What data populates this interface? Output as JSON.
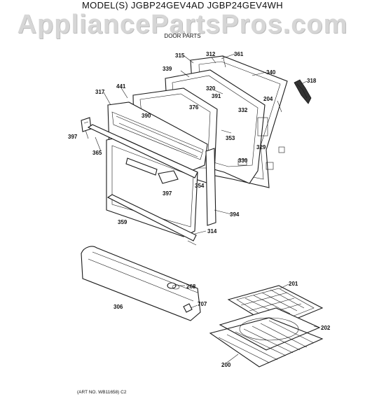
{
  "header": {
    "model_line": "MODEL(S) JGBP24GEV4AD  JGBP24GEV4WH",
    "watermark": "AppliancePartsPros.com",
    "subtitle": "DOOR PARTS"
  },
  "footer": {
    "art_number": "(ART NO. WB11658) C2"
  },
  "part_labels": [
    {
      "id": "315",
      "text": "315"
    },
    {
      "id": "312",
      "text": "312"
    },
    {
      "id": "361",
      "text": "361"
    },
    {
      "id": "339",
      "text": "339"
    },
    {
      "id": "340",
      "text": "340"
    },
    {
      "id": "318",
      "text": "318"
    },
    {
      "id": "320",
      "text": "320"
    },
    {
      "id": "391",
      "text": "391"
    },
    {
      "id": "204",
      "text": "204"
    },
    {
      "id": "441",
      "text": "441"
    },
    {
      "id": "317",
      "text": "317"
    },
    {
      "id": "376",
      "text": "376"
    },
    {
      "id": "332",
      "text": "332"
    },
    {
      "id": "390",
      "text": "390"
    },
    {
      "id": "353",
      "text": "353"
    },
    {
      "id": "397a",
      "text": "397"
    },
    {
      "id": "329",
      "text": "329"
    },
    {
      "id": "365",
      "text": "365"
    },
    {
      "id": "330",
      "text": "330"
    },
    {
      "id": "354",
      "text": "354"
    },
    {
      "id": "397b",
      "text": "397"
    },
    {
      "id": "394",
      "text": "394"
    },
    {
      "id": "359",
      "text": "359"
    },
    {
      "id": "314",
      "text": "314"
    },
    {
      "id": "268",
      "text": "268"
    },
    {
      "id": "201",
      "text": "201"
    },
    {
      "id": "707",
      "text": "707"
    },
    {
      "id": "306",
      "text": "306"
    },
    {
      "id": "202",
      "text": "202"
    },
    {
      "id": "200",
      "text": "200"
    }
  ]
}
